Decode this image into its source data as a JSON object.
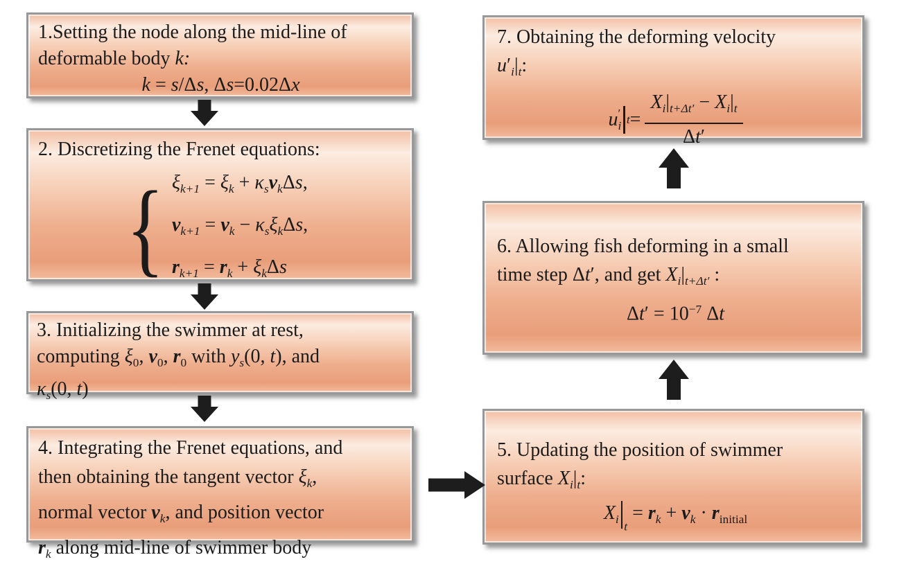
{
  "colors": {
    "box_fill_top": "#f2bfa4",
    "box_fill_light": "#fcece1",
    "box_fill_dark": "#e99e7a",
    "box_border": "#96989a",
    "arrow": "#1d1d1d",
    "text": "#1b1b1b",
    "background": "#ffffff"
  },
  "brace_glyph": "{",
  "arrows": [
    {
      "name": "arrow-step1-to-step2",
      "direction": "down"
    },
    {
      "name": "arrow-step2-to-step3",
      "direction": "down"
    },
    {
      "name": "arrow-step3-to-step4",
      "direction": "down"
    },
    {
      "name": "arrow-step4-to-step5",
      "direction": "right"
    },
    {
      "name": "arrow-step5-to-step6",
      "direction": "up"
    },
    {
      "name": "arrow-step6-to-step7",
      "direction": "up"
    }
  ],
  "boxes": [
    {
      "step": "1",
      "name": "step-1-box",
      "lines": [
        {
          "a": "l",
          "segs": [
            {
              "t": "1.Setting the node along the mid-line of",
              "c": "r"
            }
          ]
        },
        {
          "a": "l",
          "segs": [
            {
              "t": "deformable body ",
              "c": "r"
            },
            {
              "t": "k:",
              "c": "i"
            }
          ]
        },
        {
          "a": "c",
          "segs": [
            {
              "t": "k",
              "c": "i"
            },
            {
              "t": " = ",
              "c": "r"
            },
            {
              "t": "s",
              "c": "i"
            },
            {
              "t": "/Δ",
              "c": "r"
            },
            {
              "t": "s",
              "c": "i"
            },
            {
              "t": ", Δ",
              "c": "r"
            },
            {
              "t": "s",
              "c": "i"
            },
            {
              "t": "=0.02Δ",
              "c": "r"
            },
            {
              "t": "x",
              "c": "i"
            }
          ]
        }
      ]
    },
    {
      "step": "2",
      "name": "step-2-box",
      "lines": [
        {
          "a": "l",
          "segs": [
            {
              "t": "2. Discretizing the Frenet equations:",
              "c": "r"
            }
          ]
        },
        {
          "a": "l",
          "segs": [
            {
              "brace": {
                "rows": [
                  [
                    {
                      "t": "ξ",
                      "c": "i"
                    },
                    {
                      "t": "k+1",
                      "c": "s"
                    },
                    {
                      "t": " = ",
                      "c": "r"
                    },
                    {
                      "t": "ξ",
                      "c": "i"
                    },
                    {
                      "t": "k",
                      "c": "s"
                    },
                    {
                      "t": " + ",
                      "c": "r"
                    },
                    {
                      "t": "κ",
                      "c": "i"
                    },
                    {
                      "t": "s",
                      "c": "s"
                    },
                    {
                      "t": "ν",
                      "c": "b"
                    },
                    {
                      "t": "k",
                      "c": "s"
                    },
                    {
                      "t": "Δ",
                      "c": "r"
                    },
                    {
                      "t": "s",
                      "c": "i"
                    },
                    {
                      "t": ",",
                      "c": "r"
                    }
                  ],
                  [
                    {
                      "t": "ν",
                      "c": "b"
                    },
                    {
                      "t": "k+1",
                      "c": "s"
                    },
                    {
                      "t": " = ",
                      "c": "r"
                    },
                    {
                      "t": "ν",
                      "c": "b"
                    },
                    {
                      "t": "k",
                      "c": "s"
                    },
                    {
                      "t": " − ",
                      "c": "r"
                    },
                    {
                      "t": "κ",
                      "c": "i"
                    },
                    {
                      "t": "s",
                      "c": "s"
                    },
                    {
                      "t": "ξ",
                      "c": "i"
                    },
                    {
                      "t": "k",
                      "c": "s"
                    },
                    {
                      "t": "Δ",
                      "c": "r"
                    },
                    {
                      "t": "s",
                      "c": "i"
                    },
                    {
                      "t": ",",
                      "c": "r"
                    }
                  ],
                  [
                    {
                      "t": "r",
                      "c": "b"
                    },
                    {
                      "t": "k+1",
                      "c": "s"
                    },
                    {
                      "t": " = ",
                      "c": "r"
                    },
                    {
                      "t": "r",
                      "c": "b"
                    },
                    {
                      "t": "k",
                      "c": "s"
                    },
                    {
                      "t": " + ",
                      "c": "r"
                    },
                    {
                      "t": "ξ",
                      "c": "i"
                    },
                    {
                      "t": "k",
                      "c": "s"
                    },
                    {
                      "t": "Δ",
                      "c": "r"
                    },
                    {
                      "t": "s",
                      "c": "i"
                    }
                  ]
                ]
              }
            }
          ]
        }
      ]
    },
    {
      "step": "3",
      "name": "step-3-box",
      "lines": [
        {
          "a": "l",
          "segs": [
            {
              "t": "3. Initializing the swimmer at rest,",
              "c": "r"
            }
          ]
        },
        {
          "a": "l",
          "segs": [
            {
              "t": " computing ",
              "c": "r"
            },
            {
              "t": "ξ",
              "c": "i"
            },
            {
              "t": "0",
              "c": "subr"
            },
            {
              "t": ", ",
              "c": "r"
            },
            {
              "t": "ν",
              "c": "b"
            },
            {
              "t": "0",
              "c": "subr"
            },
            {
              "t": ", ",
              "c": "r"
            },
            {
              "t": "r",
              "c": "b"
            },
            {
              "t": "0",
              "c": "subr"
            },
            {
              "t": " with ",
              "c": "r"
            },
            {
              "t": "y",
              "c": "i"
            },
            {
              "t": "s",
              "c": "s"
            },
            {
              "t": "(0, ",
              "c": "r"
            },
            {
              "t": "t",
              "c": "i"
            },
            {
              "t": "), and",
              "c": "r"
            }
          ]
        },
        {
          "a": "l",
          "segs": [
            {
              "t": "κ",
              "c": "i"
            },
            {
              "t": "s",
              "c": "s"
            },
            {
              "t": "(0, ",
              "c": "r"
            },
            {
              "t": "t",
              "c": "i"
            },
            {
              "t": ")",
              "c": "r"
            }
          ]
        }
      ]
    },
    {
      "step": "4",
      "name": "step-4-box",
      "lines": [
        {
          "a": "l",
          "segs": [
            {
              "t": "4. Integrating the Frenet equations, and",
              "c": "r"
            }
          ]
        },
        {
          "a": "l",
          "segs": [
            {
              "t": "then obtaining the tangent vector ",
              "c": "r"
            },
            {
              "t": "ξ",
              "c": "i"
            },
            {
              "t": "k",
              "c": "s"
            },
            {
              "t": ",",
              "c": "r"
            }
          ]
        },
        {
          "a": "l",
          "segs": [
            {
              "t": "normal vector ",
              "c": "r"
            },
            {
              "t": "ν",
              "c": "b"
            },
            {
              "t": "k",
              "c": "s"
            },
            {
              "t": ", and position vector",
              "c": "r"
            }
          ]
        },
        {
          "a": "l",
          "segs": [
            {
              "t": "r",
              "c": "b"
            },
            {
              "t": "k",
              "c": "s"
            },
            {
              "t": " along mid-line of swimmer body",
              "c": "r"
            }
          ]
        }
      ]
    },
    {
      "step": "5",
      "name": "step-5-box",
      "lines": [
        {
          "a": "l",
          "segs": [
            {
              "t": "5. Updating the position of swimmer",
              "c": "r"
            }
          ]
        },
        {
          "a": "l",
          "segs": [
            {
              "t": "surface  ",
              "c": "r"
            },
            {
              "t": "X",
              "c": "i"
            },
            {
              "t": "i",
              "c": "s"
            },
            {
              "t": "|",
              "c": "r"
            },
            {
              "t": "t",
              "c": "s"
            },
            {
              "t": ":",
              "c": "r"
            }
          ]
        },
        {
          "a": "c",
          "segs": [
            {
              "t": "X",
              "c": "i"
            },
            {
              "t": "i",
              "c": "s"
            },
            {
              "vbar": {
                "sub": "t"
              }
            },
            {
              "t": " = ",
              "c": "r"
            },
            {
              "t": "r",
              "c": "b"
            },
            {
              "t": "k",
              "c": "s"
            },
            {
              "t": " + ",
              "c": "r"
            },
            {
              "t": "ν",
              "c": "b"
            },
            {
              "t": "k",
              "c": "s"
            },
            {
              "t": " · ",
              "c": "r"
            },
            {
              "t": "r",
              "c": "b"
            },
            {
              "t": "initial",
              "c": "subr"
            }
          ]
        }
      ]
    },
    {
      "step": "6",
      "name": "step-6-box",
      "lines": [
        {
          "a": "l",
          "segs": [
            {
              "t": "6. Allowing fish deforming in a small",
              "c": "r"
            }
          ]
        },
        {
          "a": "l",
          "segs": [
            {
              "t": "time step Δ",
              "c": "r"
            },
            {
              "t": "t",
              "c": "i"
            },
            {
              "t": "′",
              "c": "r"
            },
            {
              "t": ", and get ",
              "c": "r"
            },
            {
              "t": "X",
              "c": "i"
            },
            {
              "t": "i",
              "c": "s"
            },
            {
              "t": "|",
              "c": "r"
            },
            {
              "t": "t+Δt′",
              "c": "s"
            },
            {
              "t": " :",
              "c": "r"
            }
          ]
        },
        {
          "a": "c",
          "segs": [
            {
              "t": "Δ",
              "c": "r"
            },
            {
              "t": "t",
              "c": "i"
            },
            {
              "t": "′",
              "c": "r"
            },
            {
              "t": " = 10",
              "c": "r"
            },
            {
              "t": "−7",
              "c": "p"
            },
            {
              "t": " Δ",
              "c": "r"
            },
            {
              "t": "t",
              "c": "i"
            }
          ]
        }
      ]
    },
    {
      "step": "7",
      "name": "step-7-box",
      "lines": [
        {
          "a": "l",
          "segs": [
            {
              "t": "7. Obtaining the deforming velocity",
              "c": "r"
            }
          ]
        },
        {
          "a": "l",
          "segs": [
            {
              "t": "u",
              "c": "i"
            },
            {
              "t": "′",
              "c": "r"
            },
            {
              "t": "i",
              "c": "s"
            },
            {
              "t": "|",
              "c": "r"
            },
            {
              "t": "t",
              "c": "s"
            },
            {
              "t": ":",
              "c": "r"
            }
          ]
        },
        {
          "a": "f",
          "segs": [
            {
              "t": "u",
              "c": "i"
            },
            {
              "stack": {
                "top": "′",
                "bottom": "i"
              }
            },
            {
              "vbar": {
                "sub": "t"
              }
            },
            {
              "t": " = ",
              "c": "r"
            },
            {
              "frac": {
                "num": [
                  {
                    "t": "X",
                    "c": "i"
                  },
                  {
                    "t": "i",
                    "c": "s"
                  },
                  {
                    "t": "|",
                    "c": "r"
                  },
                  {
                    "t": "t+Δt′",
                    "c": "s"
                  },
                  {
                    "t": " − ",
                    "c": "r"
                  },
                  {
                    "t": "X",
                    "c": "i"
                  },
                  {
                    "t": "i",
                    "c": "s"
                  },
                  {
                    "t": "|",
                    "c": "r"
                  },
                  {
                    "t": "t",
                    "c": "s"
                  }
                ],
                "den": [
                  {
                    "t": "Δ",
                    "c": "r"
                  },
                  {
                    "t": "t",
                    "c": "i"
                  },
                  {
                    "t": "′",
                    "c": "r"
                  }
                ]
              }
            }
          ]
        }
      ]
    }
  ]
}
